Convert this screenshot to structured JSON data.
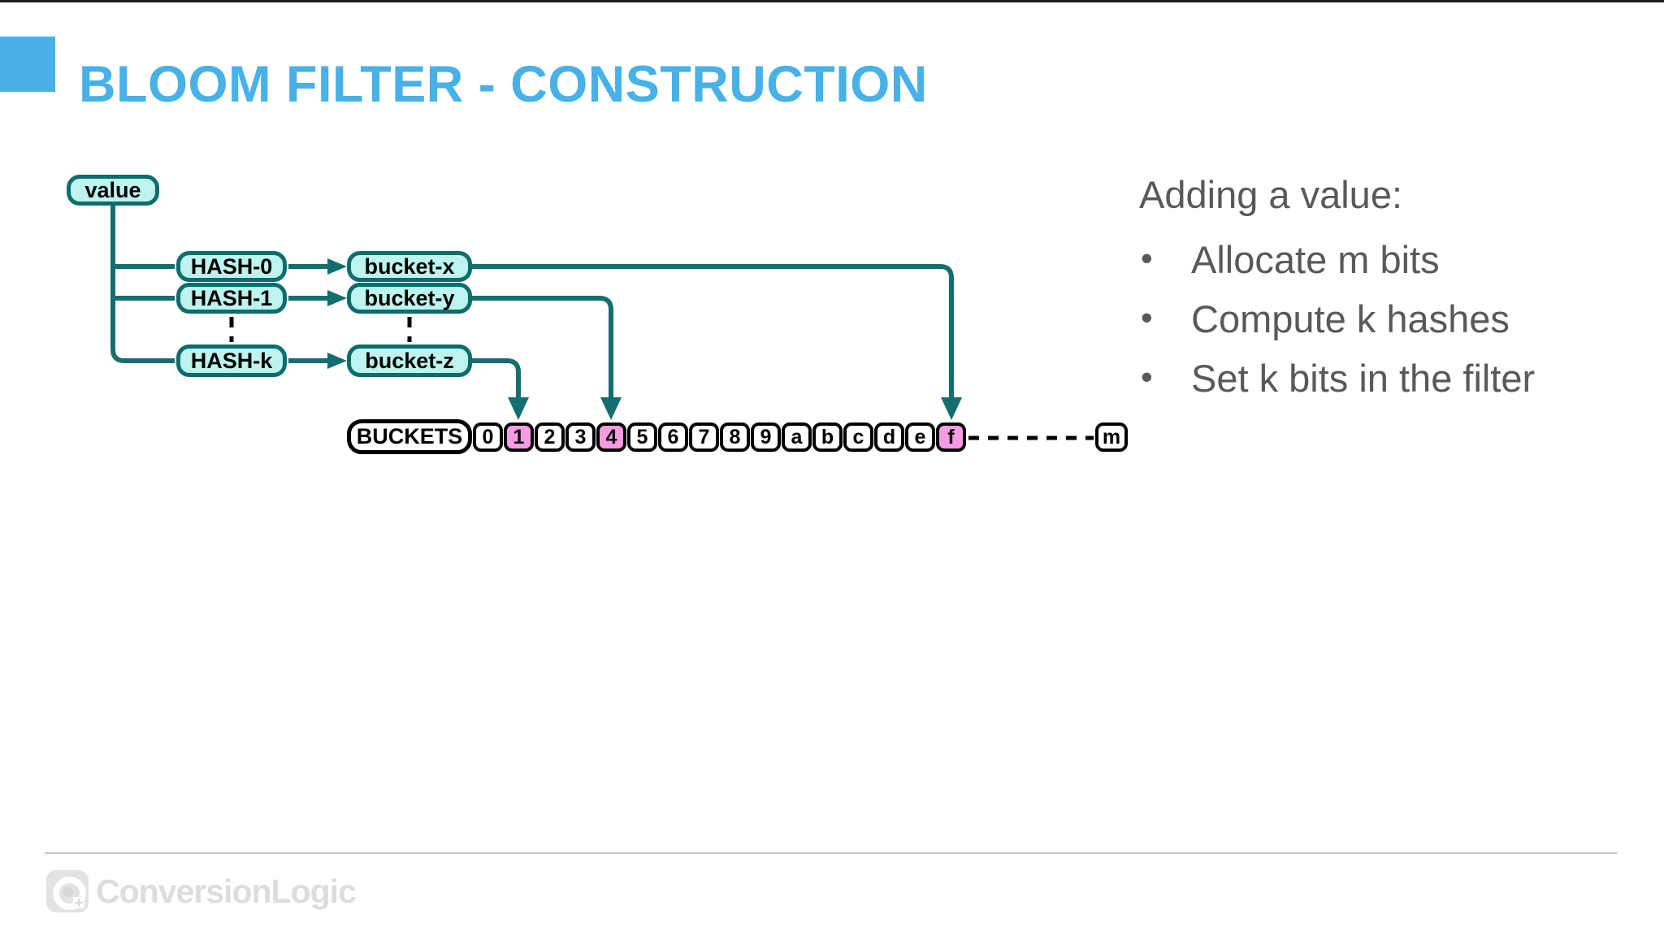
{
  "slide": {
    "title": "BLOOM FILTER - CONSTRUCTION"
  },
  "colors": {
    "title_blue": "#47b1e8",
    "node_fill_cyan": "#bdf4ed",
    "node_border_teal": "#0d6d6d",
    "connector_teal": "#156e6e",
    "highlight_pink": "#f79ce2",
    "notes_gray": "#58595b",
    "footer_gray": "#dcdddf"
  },
  "diagram": {
    "value_node": "value",
    "hash_nodes": [
      "HASH-0",
      "HASH-1",
      "HASH-k"
    ],
    "bucket_nodes": [
      "bucket-x",
      "bucket-y",
      "bucket-z"
    ],
    "buckets_row": {
      "label": "BUCKETS",
      "cells": [
        {
          "label": "0",
          "highlighted": false
        },
        {
          "label": "1",
          "highlighted": true
        },
        {
          "label": "2",
          "highlighted": false
        },
        {
          "label": "3",
          "highlighted": false
        },
        {
          "label": "4",
          "highlighted": true
        },
        {
          "label": "5",
          "highlighted": false
        },
        {
          "label": "6",
          "highlighted": false
        },
        {
          "label": "7",
          "highlighted": false
        },
        {
          "label": "8",
          "highlighted": false
        },
        {
          "label": "9",
          "highlighted": false
        },
        {
          "label": "a",
          "highlighted": false
        },
        {
          "label": "b",
          "highlighted": false
        },
        {
          "label": "c",
          "highlighted": false
        },
        {
          "label": "d",
          "highlighted": false
        },
        {
          "label": "e",
          "highlighted": false
        },
        {
          "label": "f",
          "highlighted": true
        }
      ],
      "tail_cell": "m"
    }
  },
  "notes": {
    "heading": "Adding a value:",
    "bullets": [
      "Allocate m bits",
      "Compute k hashes",
      "Set k bits in the filter"
    ]
  },
  "footer": {
    "brand": "ConversionLogic"
  }
}
